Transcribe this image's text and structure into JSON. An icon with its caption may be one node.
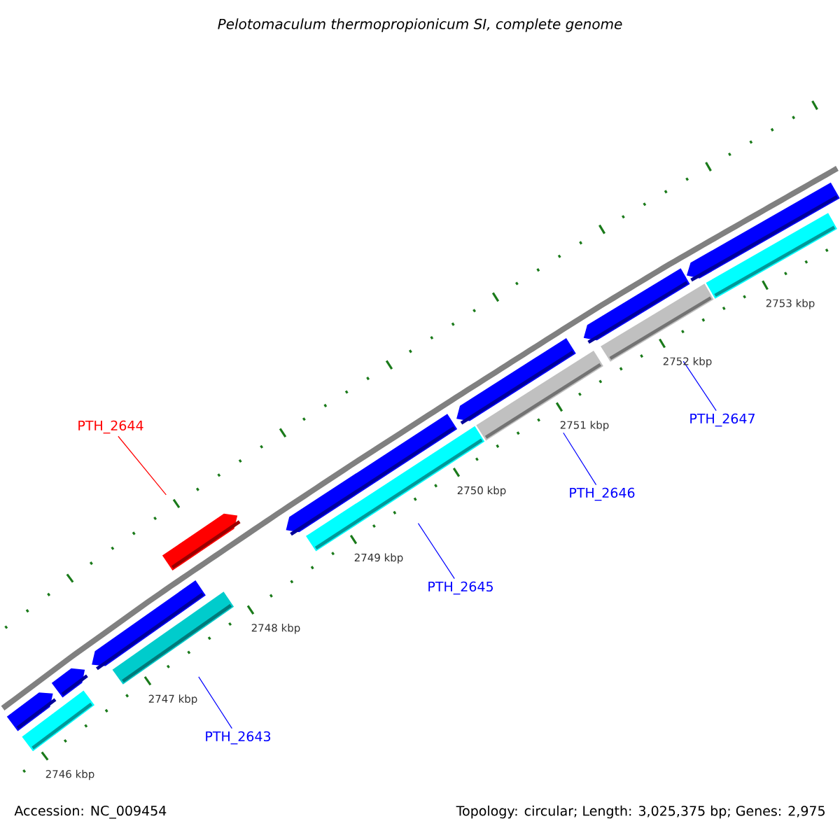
{
  "diagram": {
    "title": "Pelotomaculum thermopropionicum SI, complete genome",
    "nodes": [
      {
        "text": [
          "PTH_2647"
        ]
      },
      {
        "text": [
          "PTH_2644"
        ]
      },
      {
        "text": [
          "PTH_2646"
        ]
      },
      {
        "text": [
          "PTH_2645"
        ]
      },
      {
        "text": [
          "PTH_2643"
        ]
      },
      {
        "text": [],
        "shape": "bar"
      },
      {
        "text": [],
        "shape": "bar"
      },
      {
        "text": [],
        "shape": "bar"
      },
      {
        "text": [],
        "shape": "bar"
      },
      {
        "text": [],
        "shape": "bar"
      },
      {
        "text": [],
        "shape": "bar"
      },
      {
        "text": [],
        "shape": "bar"
      },
      {
        "text": [],
        "shape": "bar"
      },
      {
        "text": [],
        "shape": "bar"
      },
      {
        "text": [],
        "shape": "bar"
      },
      {
        "text": [],
        "shape": "bar"
      },
      {
        "text": [],
        "shape": "bar"
      },
      {
        "text": [],
        "shape": "bar"
      },
      {
        "text": [],
        "shape": "bar"
      }
    ],
    "edges": [
      {
        "from": 0,
        "to": 16,
        "arrow": "none"
      },
      {
        "from": 1,
        "to": 10,
        "arrow": "none",
        "color": "#ff0000"
      },
      {
        "from": 2,
        "to": 14,
        "arrow": "none"
      },
      {
        "from": 3,
        "to": 12,
        "arrow": "none"
      },
      {
        "from": 4,
        "to": 9,
        "arrow": "none"
      }
    ],
    "labels": [
      "2746 kbp",
      "2747 kbp",
      "2748 kbp",
      "2749 kbp",
      "2750 kbp",
      "2751 kbp",
      "2752 kbp",
      "2753 kbp",
      "Accession: NC_009454",
      "Topology: circular; Length: 3,025,375 bp; Genes: 2,975"
    ]
  }
}
